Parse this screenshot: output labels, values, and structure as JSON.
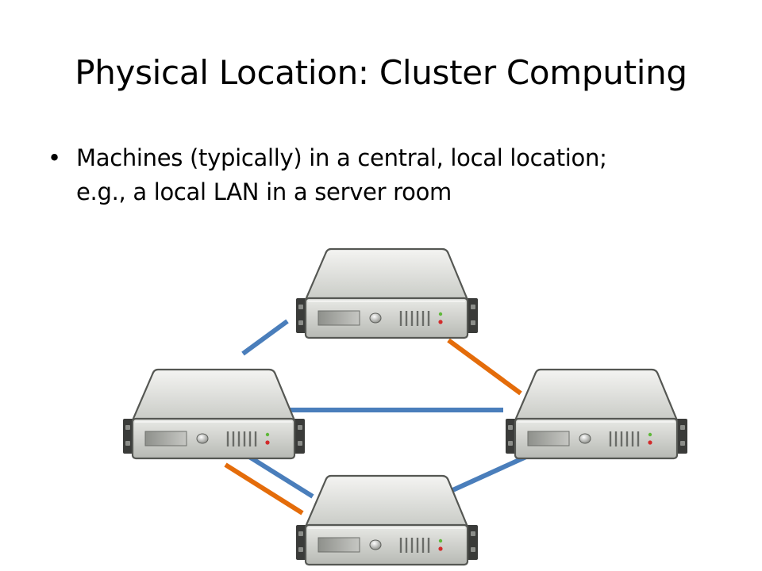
{
  "slide": {
    "title": "Physical Location: Cluster Computing",
    "bullets": [
      "Machines (typically) in a central, local location; e.g., a local LAN in a server room"
    ]
  },
  "diagram": {
    "nodes": [
      {
        "id": "server-top",
        "icon": "server-icon"
      },
      {
        "id": "server-left",
        "icon": "server-icon"
      },
      {
        "id": "server-right",
        "icon": "server-icon"
      },
      {
        "id": "server-bottom",
        "icon": "server-icon"
      }
    ],
    "links": [
      {
        "from": "server-left",
        "to": "server-top",
        "color": "#4a7ebb"
      },
      {
        "from": "server-top",
        "to": "server-right",
        "color": "#e46c0a"
      },
      {
        "from": "server-left",
        "to": "server-right",
        "color": "#4a7ebb"
      },
      {
        "from": "server-left",
        "to": "server-bottom",
        "color": "#4a7ebb"
      },
      {
        "from": "server-left",
        "to": "server-bottom",
        "color": "#e46c0a"
      },
      {
        "from": "server-right",
        "to": "server-bottom",
        "color": "#4a7ebb"
      }
    ]
  }
}
